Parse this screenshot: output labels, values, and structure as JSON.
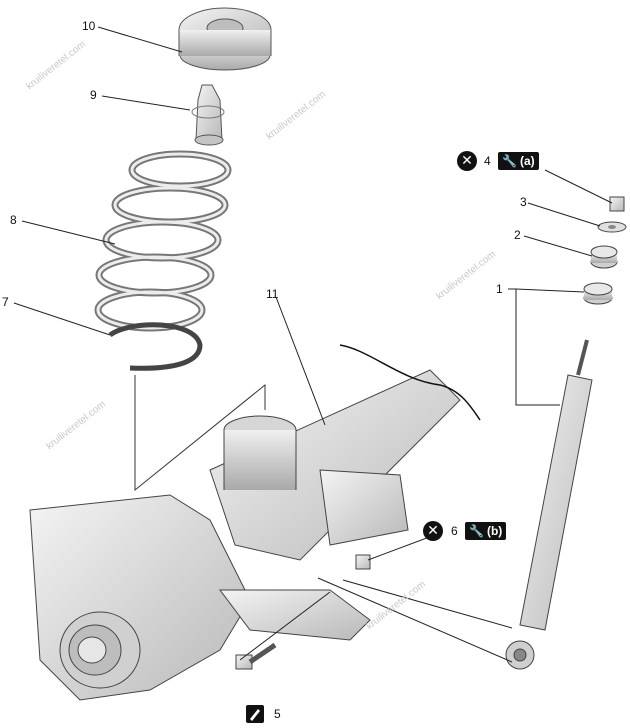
{
  "callouts": {
    "c1": "1",
    "c2": "2",
    "c3": "3",
    "c4": "4",
    "c5": "5",
    "c6": "6",
    "c7": "7",
    "c8": "8",
    "c9": "9",
    "c10": "10",
    "c11": "11"
  },
  "badges": {
    "torque_a": "(a)",
    "torque_b": "(b)"
  },
  "icons": {
    "replace": "x-circle-icon",
    "torque": "wrench-icon",
    "grease": "brush-icon"
  },
  "watermark": "kruiliveretel.com",
  "colors": {
    "line": "#333333",
    "part_fill": "#e8e8e8",
    "part_shade": "#bdbdbd",
    "badge": "#111111"
  }
}
